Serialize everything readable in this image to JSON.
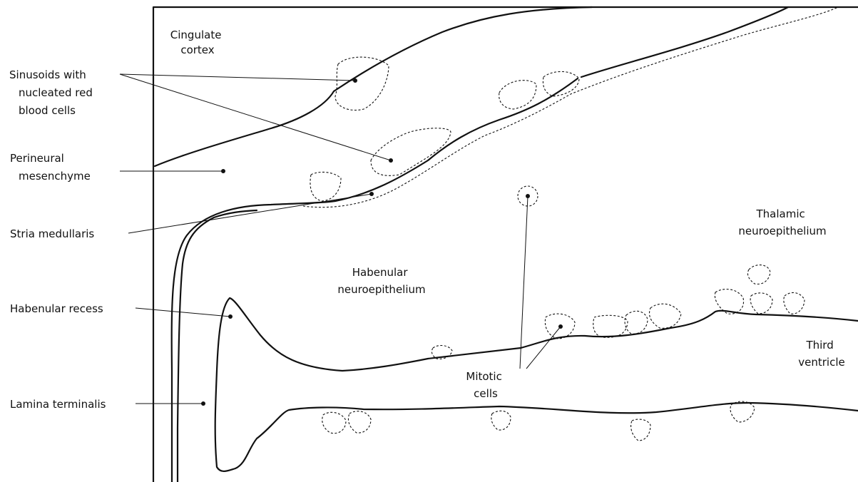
{
  "labels": {
    "cingulate_cortex": [
      "Cingulate",
      "cortex"
    ],
    "sinusoids": [
      "Sinusoids with",
      "nucleated red",
      "blood cells"
    ],
    "perineural_mesenchyme": [
      "Perineural",
      "mesenchyme"
    ],
    "stria_medullaris": [
      "Stria medullaris"
    ],
    "habenular_neuroepithelium": [
      "Habenular",
      "neuroepithelium"
    ],
    "habenular_recess": [
      "Habenular recess"
    ],
    "lamina_terminalis": [
      "Lamina terminalis"
    ],
    "thalamic_neuroepithelium": [
      "Thalamic",
      "neuroepithelium"
    ],
    "mitotic_cells": [
      "Mitotic",
      "cells"
    ],
    "third_ventricle": [
      "Third",
      "ventricle"
    ]
  }
}
